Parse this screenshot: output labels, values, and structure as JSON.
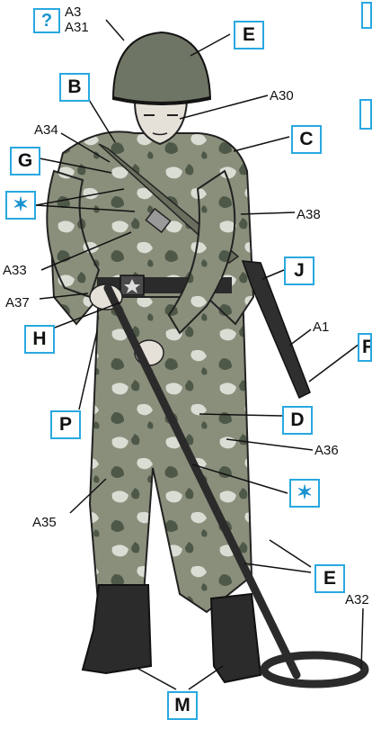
{
  "callouts": {
    "q": "?",
    "e_top": "E",
    "b": "B",
    "c": "C",
    "g": "G",
    "star1": "✶",
    "j": "J",
    "h": "H",
    "p": "P",
    "f": "F",
    "d": "D",
    "star2": "✶",
    "e_bottom": "E",
    "m": "M"
  },
  "labels": {
    "a3": "A3",
    "a31": "A31",
    "a30": "A30",
    "a34": "A34",
    "a38": "A38",
    "a33": "A33",
    "a37": "A37",
    "a1": "A1",
    "a36": "A36",
    "a35": "A35",
    "a32": "A32"
  },
  "colors": {
    "accent": "#29a8e0",
    "camo_base": "#8a8f7c",
    "camo_dark": "#4e5848",
    "camo_light": "#d9ddd4",
    "helmet": "#6f7565",
    "boot": "#2b2b2b"
  }
}
